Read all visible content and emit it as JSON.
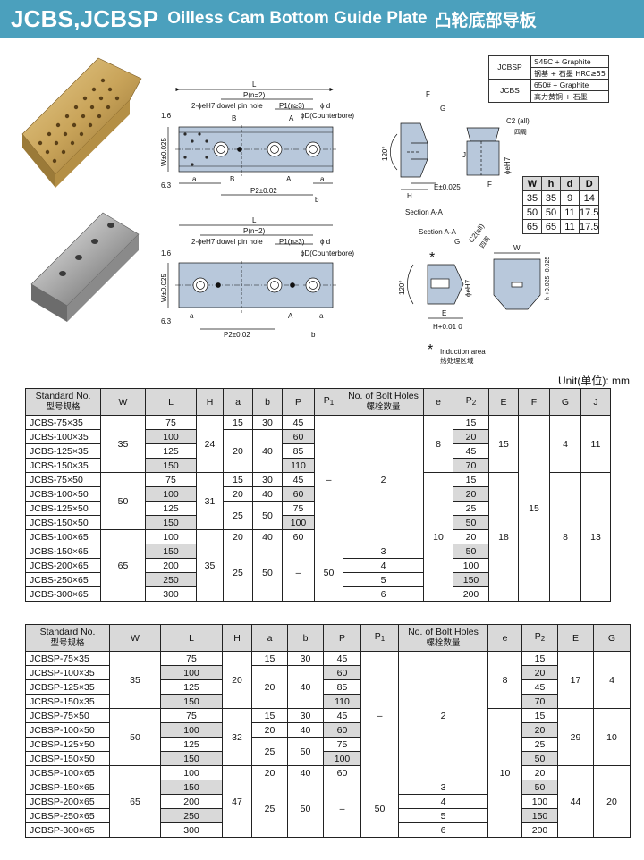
{
  "header": {
    "code": "JCBS,JCBSP",
    "title_en": "Oilless Cam Bottom Guide Plate",
    "title_cn": "凸轮底部导板"
  },
  "materials": [
    {
      "code": "JCBSP",
      "line1": "S45C + Graphite",
      "line2": "钢基 + 石墨 HRC≥55"
    },
    {
      "code": "JCBS",
      "line1": "650# + Graphite",
      "line2": "高力黄铜 + 石墨"
    }
  ],
  "dim_table": {
    "headers": [
      "W",
      "h",
      "d",
      "D"
    ],
    "rows": [
      [
        "35",
        "35",
        "9",
        "14"
      ],
      [
        "50",
        "50",
        "11",
        "17.5"
      ],
      [
        "65",
        "65",
        "11",
        "17.5"
      ]
    ]
  },
  "drawing_labels": {
    "L": "L",
    "Pn2": "P(n=2)",
    "P1n3": "P1(n≥3)",
    "dowel": "2-ϕeH7  dowel pin hole",
    "phi_d": "ϕ d",
    "phi_D": "ϕD(Counterbore)",
    "B_arrow": "B",
    "A_arrow": "A",
    "W_tol": "W±0.025",
    "P2_tol": "P2±0.02",
    "a": "a",
    "b": "b",
    "r16": "1.6",
    "r63": "6.3",
    "sectionAA": "Section A-A",
    "F": "F",
    "G": "G",
    "H": "H",
    "E": "E±0.025",
    "h": "h",
    "J": "J",
    "phieH7": "ϕeH7",
    "C2": "C2 (all)",
    "C2cn": "四周",
    "angle120": "120°",
    "Ht": "H+0.01 0",
    "induction_en": "Induction area",
    "induction_cn": "热处理区域",
    "star": "*",
    "C2b": "C2(all)",
    "C2bcn": "四周",
    "Wlow": "W",
    "h_tol": "h +0.025 -0.025",
    "E2": "E",
    "G2": "G",
    "sectionAA2": "Section A-A"
  },
  "unit": "Unit(单位): mm",
  "table1": {
    "headers": [
      {
        "en": "Standard No.",
        "cn": "型号规格"
      },
      "W",
      "L",
      "H",
      "a",
      "b",
      "P",
      {
        "main": "P",
        "sub": "1"
      },
      {
        "en": "No. of Bolt Holes",
        "cn": "螺栓数量"
      },
      "e",
      {
        "main": "P",
        "sub": "2"
      },
      "E",
      "F",
      "G",
      "J"
    ],
    "names": [
      "JCBS-75×35",
      "JCBS-100×35",
      "JCBS-125×35",
      "JCBS-150×35",
      "JCBS-75×50",
      "JCBS-100×50",
      "JCBS-125×50",
      "JCBS-150×50",
      "JCBS-100×65",
      "JCBS-150×65",
      "JCBS-200×65",
      "JCBS-250×65",
      "JCBS-300×65"
    ],
    "W": [
      "35",
      "50",
      "65"
    ],
    "L": [
      "75",
      "100",
      "125",
      "150",
      "75",
      "100",
      "125",
      "150",
      "100",
      "150",
      "200",
      "250",
      "300"
    ],
    "H": [
      "24",
      "31",
      "35"
    ],
    "a": [
      "15",
      "20",
      "15",
      "20",
      "25",
      "20",
      "25"
    ],
    "b": [
      "30",
      "40",
      "30",
      "40",
      "50",
      "40",
      "50"
    ],
    "P": [
      "45",
      "60",
      "85",
      "110",
      "45",
      "60",
      "75",
      "100",
      "60",
      "–"
    ],
    "P1": [
      "–",
      "50"
    ],
    "bolts": [
      "2",
      "3",
      "4",
      "5",
      "6"
    ],
    "e": [
      "8",
      "10"
    ],
    "P2": [
      "15",
      "20",
      "45",
      "70",
      "15",
      "20",
      "25",
      "50",
      "20",
      "50",
      "100",
      "150",
      "200"
    ],
    "E": [
      "15",
      "18"
    ],
    "F": [
      "15"
    ],
    "G": [
      "4",
      "8"
    ],
    "J": [
      "11",
      "13"
    ]
  },
  "table2": {
    "headers": [
      {
        "en": "Standard No.",
        "cn": "型号规格"
      },
      "W",
      "L",
      "H",
      "a",
      "b",
      "P",
      {
        "main": "P",
        "sub": "1"
      },
      {
        "en": "No. of Bolt Holes",
        "cn": "螺栓数量"
      },
      "e",
      {
        "main": "P",
        "sub": "2"
      },
      "E",
      "G"
    ],
    "names": [
      "JCBSP-75×35",
      "JCBSP-100×35",
      "JCBSP-125×35",
      "JCBSP-150×35",
      "JCBSP-75×50",
      "JCBSP-100×50",
      "JCBSP-125×50",
      "JCBSP-150×50",
      "JCBSP-100×65",
      "JCBSP-150×65",
      "JCBSP-200×65",
      "JCBSP-250×65",
      "JCBSP-300×65"
    ],
    "W": [
      "35",
      "50",
      "65"
    ],
    "L": [
      "75",
      "100",
      "125",
      "150",
      "75",
      "100",
      "125",
      "150",
      "100",
      "150",
      "200",
      "250",
      "300"
    ],
    "H": [
      "20",
      "32",
      "47"
    ],
    "a": [
      "15",
      "20",
      "15",
      "20",
      "25",
      "20",
      "25"
    ],
    "b": [
      "30",
      "40",
      "30",
      "40",
      "50",
      "40",
      "50"
    ],
    "P": [
      "45",
      "60",
      "85",
      "110",
      "45",
      "60",
      "75",
      "100",
      "60",
      "–"
    ],
    "P1": [
      "–",
      "50"
    ],
    "bolts": [
      "2",
      "3",
      "4",
      "5",
      "6"
    ],
    "e": [
      "8",
      "10"
    ],
    "P2": [
      "15",
      "20",
      "45",
      "70",
      "15",
      "20",
      "25",
      "50",
      "20",
      "50",
      "100",
      "150",
      "200"
    ],
    "E": [
      "17",
      "29",
      "44"
    ],
    "G": [
      "4",
      "10",
      "20"
    ]
  },
  "colors": {
    "header_bg": "#4ba0bd",
    "header_cell": "#d9d9d9",
    "plate_blue": "#b8c8db",
    "bronze": "#c9a45a"
  }
}
